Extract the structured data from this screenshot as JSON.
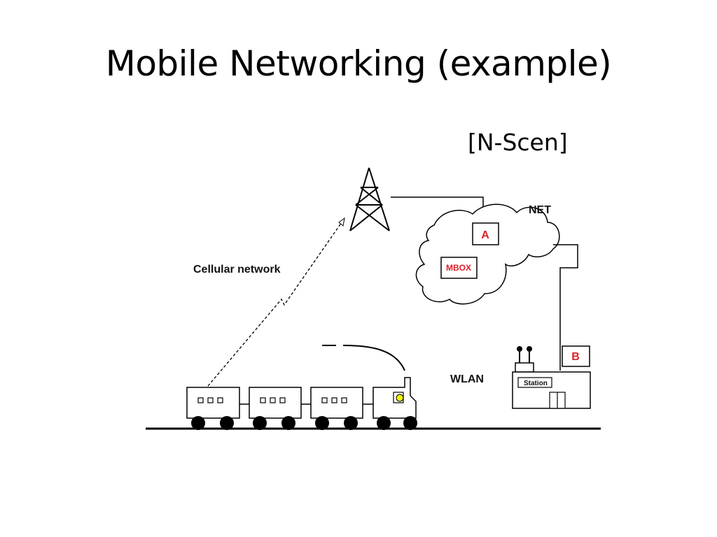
{
  "slide": {
    "title": "Mobile Networking (example)",
    "reference": "[N-Scen]"
  },
  "diagram": {
    "labels": {
      "cellular": "Cellular network",
      "net": "NET",
      "wlan": "WLAN",
      "node_a": "A",
      "node_b": "B",
      "mbox": "MBOX",
      "station": "Station"
    },
    "colors": {
      "accent_red": "#e0202a",
      "headlight_yellow": "#f5f500",
      "line": "#000000"
    }
  }
}
